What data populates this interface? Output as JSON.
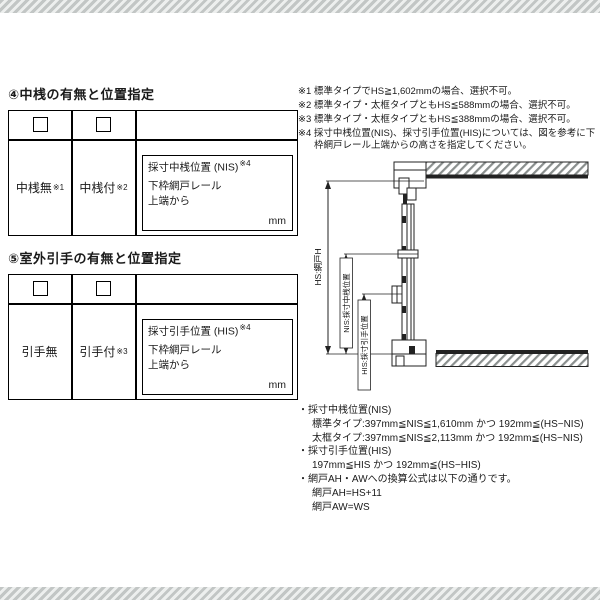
{
  "page": {
    "background": "#ffffff",
    "stripe_dark": "#c2c6c5",
    "stripe_light": "#edefee"
  },
  "section4": {
    "heading": "④中桟の有無と位置指定",
    "option1": {
      "label": "中桟無",
      "note_ref": "※1"
    },
    "option2": {
      "label": "中桟付",
      "note_ref": "※2"
    },
    "position_box": {
      "title": "採寸中桟位置 (NIS)",
      "note_ref": "※4",
      "line1": "下枠網戸レール",
      "line2": "上端から",
      "unit": "mm"
    }
  },
  "section5": {
    "heading": "⑤室外引手の有無と位置指定",
    "option1": {
      "label": "引手無",
      "note_ref": ""
    },
    "option2": {
      "label": "引手付",
      "note_ref": "※3"
    },
    "position_box": {
      "title": "採寸引手位置 (HIS)",
      "note_ref": "※4",
      "line1": "下枠網戸レール",
      "line2": "上端から",
      "unit": "mm"
    }
  },
  "footnotes": [
    "※1 標準タイプでHS≧1,602mmの場合、選択不可。",
    "※2 標準タイプ・太框タイプともHS≦588mmの場合、選択不可。",
    "※3 標準タイプ・太框タイプともHS≦388mmの場合、選択不可。",
    "※4 採寸中桟位置(NIS)、採寸引手位置(HIS)については、図を参考に下枠網戸レール上端からの高さを指定してください。"
  ],
  "diagram": {
    "label_hs": "HS:網戸H",
    "label_nis": "NIS:採寸中桟位置",
    "label_his": "HIS:採寸引手位置"
  },
  "measure_notes": [
    {
      "text": "・採寸中桟位置(NIS)"
    },
    {
      "text": "標準タイプ:397mm≦NIS≦1,610mm かつ 192mm≦(HS−NIS)"
    },
    {
      "text": "太框タイプ:397mm≦NIS≦2,113mm かつ 192mm≦(HS−NIS)"
    },
    {
      "text": "・採寸引手位置(HIS)"
    },
    {
      "text": "197mm≦HIS かつ 192mm≦(HS−HIS)"
    },
    {
      "text": "・網戸AH・AWへの換算公式は以下の通りです。"
    },
    {
      "text": "網戸AH=HS+11"
    },
    {
      "text": "網戸AW=WS"
    }
  ]
}
